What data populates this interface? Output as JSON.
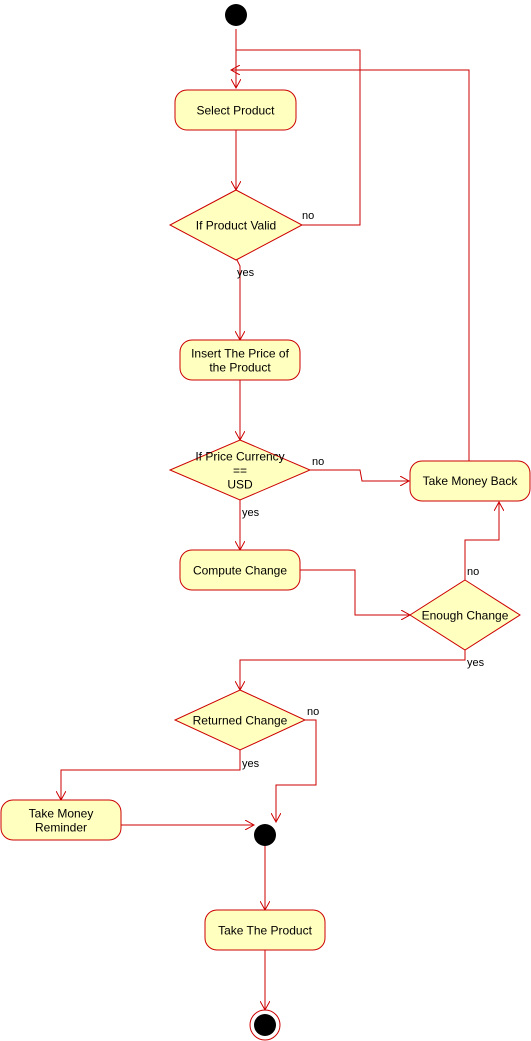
{
  "colors": {
    "stroke": "#cc0000",
    "fill": "#ffffc0",
    "terminal": "#000000",
    "text": "#000000"
  },
  "nodes": {
    "select_product": "Select Product",
    "product_valid": "If Product Valid",
    "insert_price": [
      "Insert The Price of",
      "the Product"
    ],
    "price_currency": [
      "If Price Currency",
      "==",
      "USD"
    ],
    "take_money_back": "Take Money Back",
    "compute_change": "Compute Change",
    "enough_change": "Enough Change",
    "returned_change": "Returned Change",
    "take_money_reminder": [
      "Take Money",
      "Reminder"
    ],
    "take_product": "Take The Product"
  },
  "edge_labels": {
    "product_valid_no": "no",
    "product_valid_yes": "yes",
    "currency_no": "no",
    "currency_yes": "yes",
    "enough_no": "no",
    "enough_yes": "yes",
    "returned_no": "no",
    "returned_yes": "yes"
  }
}
